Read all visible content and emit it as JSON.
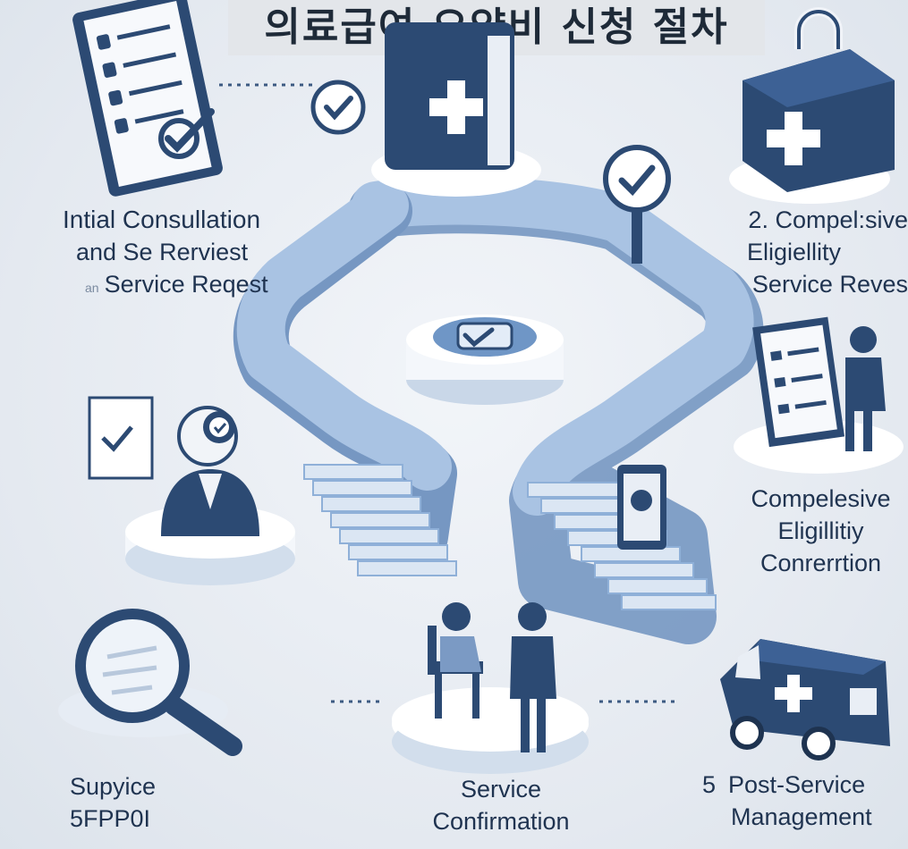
{
  "title": "의료급여 요양비 신청 절차",
  "steps": [
    {
      "lines": [
        "Intial Consullation",
        "and Se Rerviest",
        "Service Reqest"
      ],
      "prefix": "an"
    },
    {
      "lines": [
        "2. Compel:sive",
        "Eligiellity",
        "Service Reves"
      ]
    },
    {
      "lines": [
        "Compelesive",
        "Eligillitiy",
        "Conrerrtion"
      ]
    },
    {
      "lines": [
        "Supyice",
        "5FPP0I"
      ]
    },
    {
      "lines": [
        "Service",
        "Confirmation"
      ]
    },
    {
      "number": "5",
      "lines": [
        "Post-Service",
        "Management"
      ]
    }
  ],
  "colors": {
    "navy": "#2c4a73",
    "dark": "#1e3350",
    "path_blue": "#8fb0d8",
    "path_side": "#7697c2",
    "light": "#ffffff",
    "pale": "#e9eef5"
  }
}
